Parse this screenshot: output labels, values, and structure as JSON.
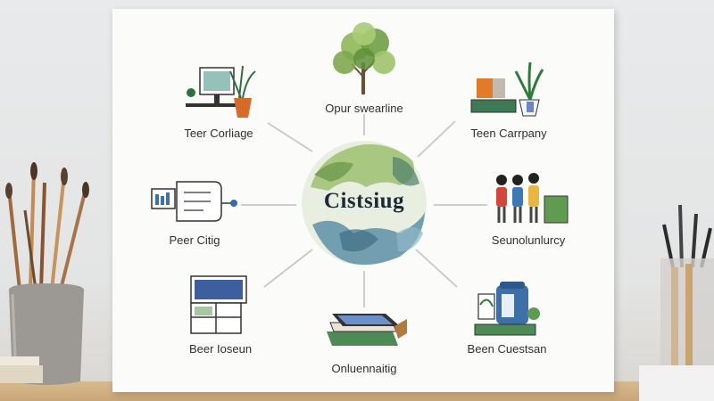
{
  "center": {
    "title": "Cistsiug"
  },
  "nodes": [
    {
      "id": "top",
      "label": "Opur swearline",
      "icon": "tree-icon"
    },
    {
      "id": "top-left",
      "label": "Teer Corliage",
      "icon": "computer-plant-icon"
    },
    {
      "id": "top-right",
      "label": "Teen Carrpany",
      "icon": "office-supplies-icon"
    },
    {
      "id": "mid-left",
      "label": "Peer Citig",
      "icon": "document-icon"
    },
    {
      "id": "mid-right",
      "label": "Seunolunlurcy",
      "icon": "people-icon"
    },
    {
      "id": "bottom-left",
      "label": "Beer Ioseun",
      "icon": "window-frame-icon"
    },
    {
      "id": "bottom",
      "label": "Onluennaitig",
      "icon": "books-icon"
    },
    {
      "id": "bottom-right",
      "label": "Been Cuestsan",
      "icon": "machine-icon"
    }
  ],
  "colors": {
    "connector": "#c8c8c8",
    "globe_green": "#8fb56a",
    "globe_blue": "#5e92a8"
  }
}
